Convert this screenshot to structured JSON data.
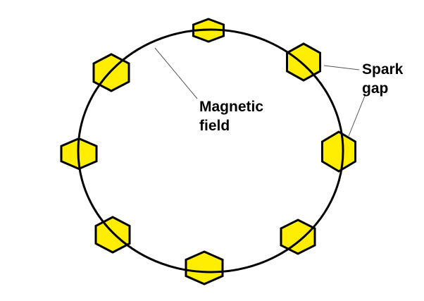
{
  "labels": {
    "magnetic_line1": "Magnetic",
    "magnetic_line2": "field",
    "spark_line1": "Spark",
    "spark_line2": "gap"
  },
  "colors": {
    "hexagon_fill": "#ffee00",
    "stroke": "#000000",
    "leader": "#555555"
  },
  "spark_gap_count": 8
}
